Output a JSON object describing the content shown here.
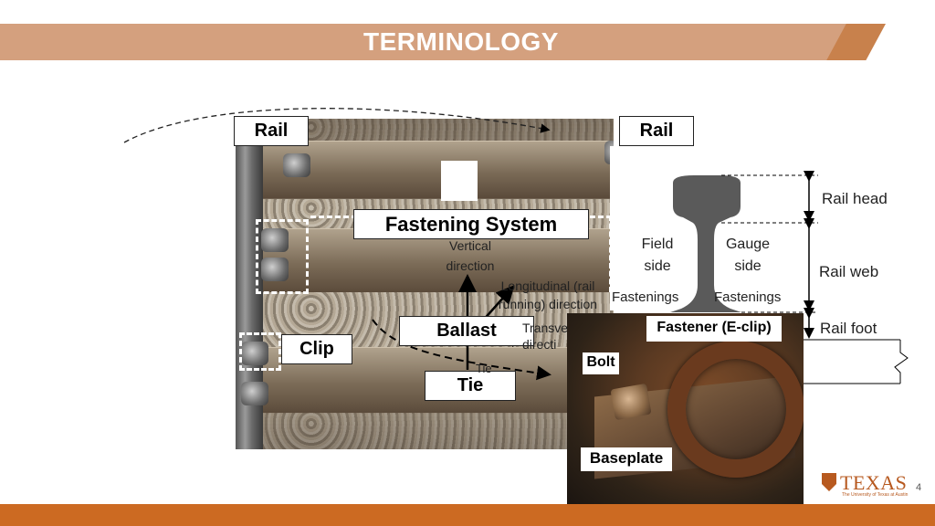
{
  "slide": {
    "title": "TERMINOLOGY",
    "page_number": "4"
  },
  "labels": {
    "rail_left": "Rail",
    "rail_right": "Rail",
    "fastening_system": "Fastening  System",
    "ballast": "Ballast",
    "clip": "Clip",
    "tie": "Tie",
    "fastener_eclip": "Fastener (E-clip)",
    "bolt": "Bolt",
    "baseplate": "Baseplate"
  },
  "directions": {
    "vertical_line1": "Vertical",
    "vertical_line2": "direction",
    "longitudinal_line1": "Longitudinal (rail",
    "longitudinal_line2": "running) direction",
    "transverse_line1": "Transve",
    "transverse_line2": "directi",
    "tie_small": "Tie"
  },
  "rail_profile": {
    "field_line1": "Field",
    "field_line2": "side",
    "gauge_line1": "Gauge",
    "gauge_line2": "side",
    "fastenings_left": "Fastenings",
    "fastenings_right": "Fastenings",
    "rail_head": "Rail head",
    "rail_web": "Rail web",
    "rail_foot": "Rail foot"
  },
  "logo": {
    "word": "TEXAS",
    "sub": "The University of Texas at Austin"
  },
  "colors": {
    "title_band": "#d4a07e",
    "accent": "#cc6a22",
    "rail_profile": "#5a5a5a"
  }
}
